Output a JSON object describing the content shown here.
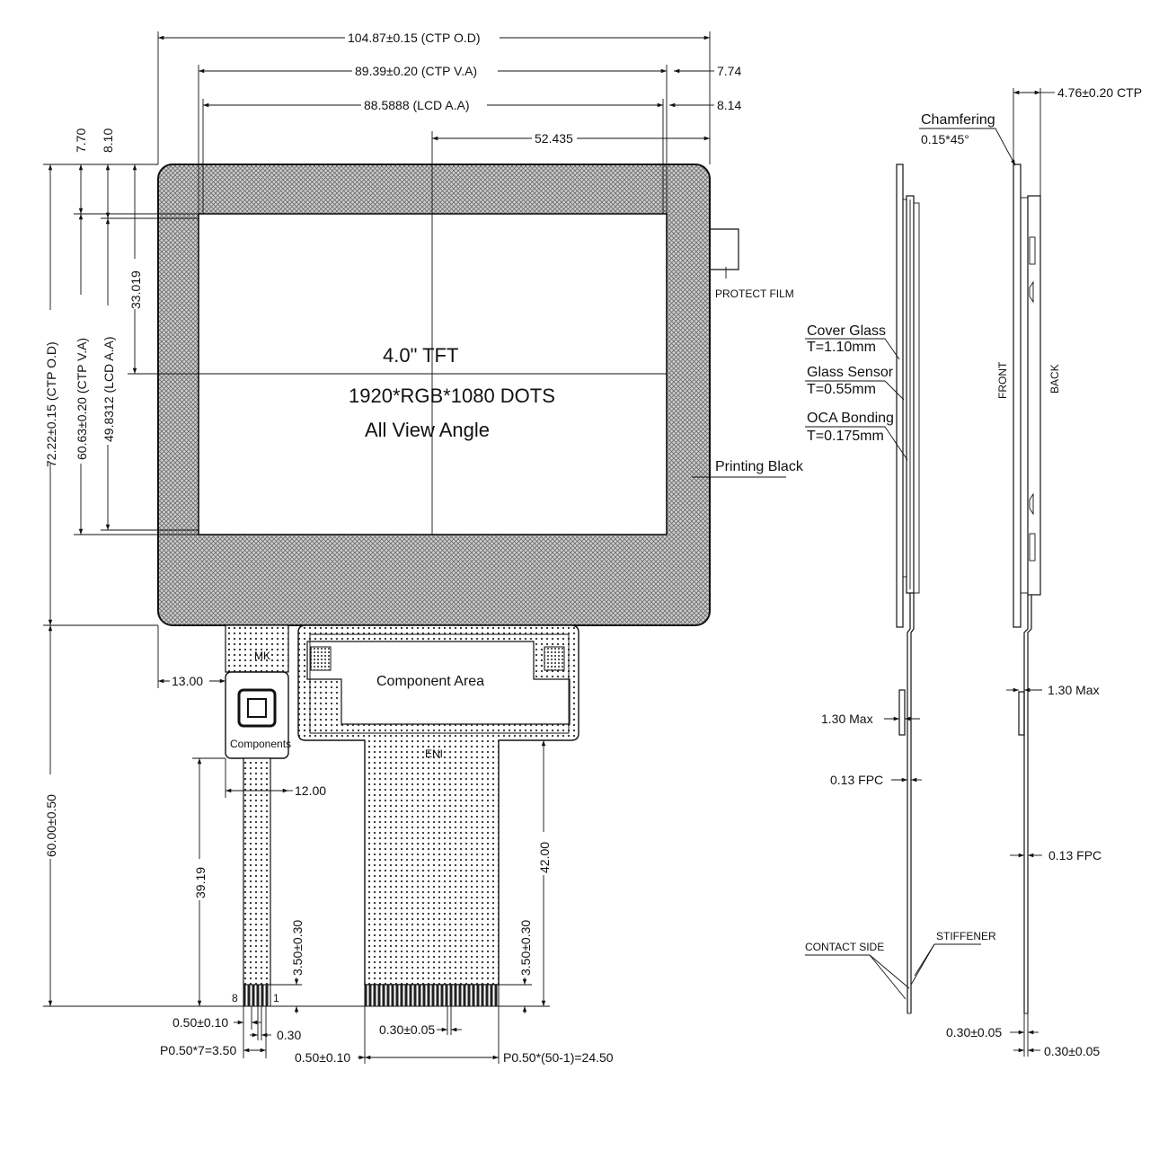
{
  "front_view": {
    "panel_title": "4.0\" TFT",
    "resolution": "1920*RGB*1080 DOTS",
    "view_angle": "All View Angle",
    "protect_film": "PROTECT FILM",
    "printing_black": "Printing Black",
    "component_area": "Component Area",
    "components": "Components",
    "fpc_mark_small": "MK",
    "fpc_mark_large": "ENI",
    "pin_first": "8",
    "pin_last": "1"
  },
  "dimensions": {
    "ctp_od_width": "104.87±0.15 (CTP O.D)",
    "ctp_va_width": "89.39±0.20 (CTP V.A)",
    "lcd_aa_width": "88.5888 (LCD A.A)",
    "right_va_offset": "7.74",
    "right_aa_offset": "8.14",
    "center_offset": "52.435",
    "top_va_offset": "7.70",
    "top_aa_offset": "8.10",
    "center_v_offset": "33.019",
    "ctp_od_height": "72.22±0.15 (CTP O.D)",
    "ctp_va_height": "60.63±0.20 (CTP V.A)",
    "lcd_aa_height": "49.8312 (LCD A.A)",
    "fpc_total_length": "60.00±0.50",
    "small_fpc_offset": "13.00",
    "small_fpc_width": "12.00",
    "small_fpc_length": "39.19",
    "small_fpc_finger": "3.50±0.30",
    "large_fpc_length": "42.00",
    "large_fpc_finger": "3.50±0.30",
    "small_pitch_tol": "0.50±0.10",
    "small_pin_width": "0.30",
    "small_pitch_total": "P0.50*7=3.50",
    "large_pin_width": "0.30±0.05",
    "large_pitch_tol": "0.50±0.10",
    "large_pitch_total": "P0.50*(50-1)=24.50"
  },
  "side_view": {
    "ctp_thickness": "4.76±0.20 CTP",
    "chamfering": "Chamfering",
    "chamfer_value": "0.15*45°",
    "cover_glass": "Cover Glass",
    "cover_glass_t": "T=1.10mm",
    "glass_sensor": "Glass Sensor",
    "glass_sensor_t": "T=0.55mm",
    "oca_bonding": "OCA Bonding",
    "oca_bonding_t": "T=0.175mm",
    "front": "FRONT",
    "back": "BACK",
    "front_max": "1.30 Max",
    "back_max": "1.30 Max",
    "front_fpc": "0.13 FPC",
    "back_fpc": "0.13 FPC",
    "contact_side": "CONTACT SIDE",
    "stiffener": "STIFFENER",
    "front_pin": "0.30±0.05",
    "back_pin": "0.30±0.05"
  }
}
